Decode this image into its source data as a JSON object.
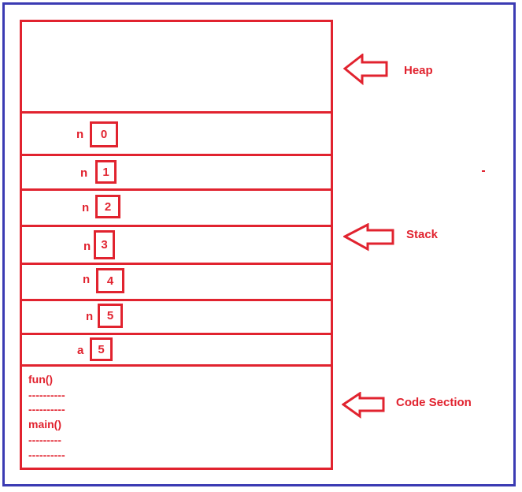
{
  "labels": {
    "heap": "Heap",
    "stack": "Stack",
    "code_section": "Code Section"
  },
  "stack_frames": [
    {
      "name": "n",
      "value": "0"
    },
    {
      "name": "n",
      "value": "1"
    },
    {
      "name": "n",
      "value": "2"
    },
    {
      "name": "n",
      "value": "3"
    },
    {
      "name": "n",
      "value": "4"
    },
    {
      "name": "n",
      "value": "5"
    },
    {
      "name": "a",
      "value": "5"
    }
  ],
  "code": {
    "line1": "fun()",
    "line2": "----------",
    "line3": "----------",
    "line4": "main()",
    "line5": "---------",
    "line6": "----------"
  },
  "colors": {
    "accent": "#e1232f",
    "frame": "#3b3bb3"
  },
  "icons": {
    "pointer": "hollow-left-arrow-icon"
  }
}
